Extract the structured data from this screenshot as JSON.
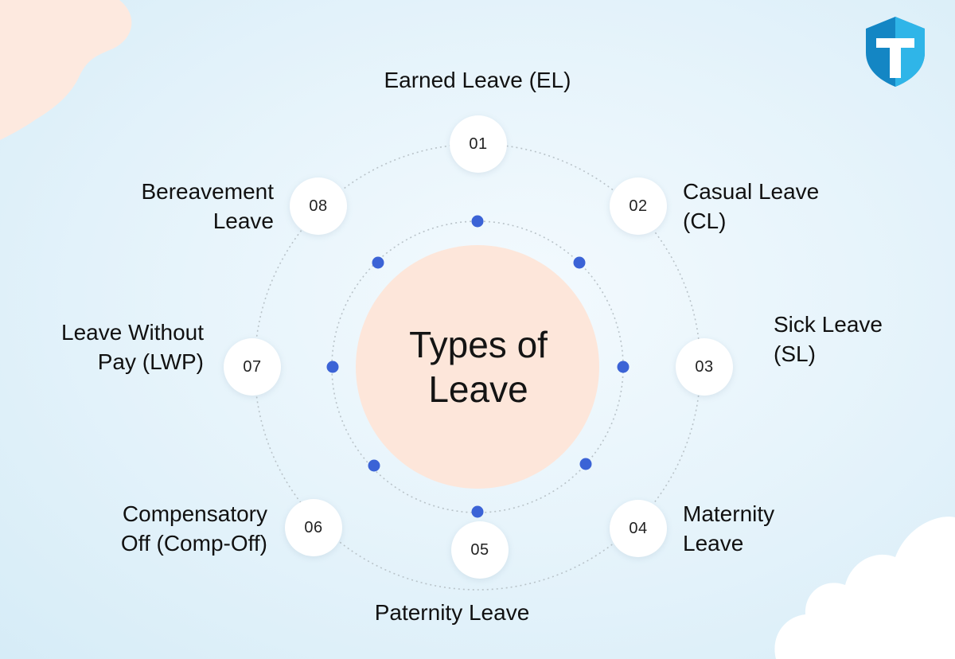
{
  "center_title": "Types of Leave",
  "colors": {
    "background": "#e4f2fa",
    "center_circle": "#fde6da",
    "dot": "#3b63d6",
    "logo_shield_dark": "#1486c4",
    "logo_shield_light": "#2fb5e8",
    "blob": "#fde9df"
  },
  "logo": {
    "icon": "shield-t-logo-icon"
  },
  "leave_types": [
    {
      "number": "01",
      "label_lines": [
        "Earned Leave (EL)"
      ]
    },
    {
      "number": "02",
      "label_lines": [
        "Casual Leave",
        "(CL)"
      ]
    },
    {
      "number": "03",
      "label_lines": [
        "Sick Leave",
        "(SL)"
      ]
    },
    {
      "number": "04",
      "label_lines": [
        "Maternity",
        "Leave"
      ]
    },
    {
      "number": "05",
      "label_lines": [
        "Paternity Leave"
      ]
    },
    {
      "number": "06",
      "label_lines": [
        "Compensatory",
        "Off (Comp-Off)"
      ]
    },
    {
      "number": "07",
      "label_lines": [
        "Leave Without",
        "Pay (LWP)"
      ]
    },
    {
      "number": "08",
      "label_lines": [
        "Bereavement",
        "Leave"
      ]
    }
  ]
}
